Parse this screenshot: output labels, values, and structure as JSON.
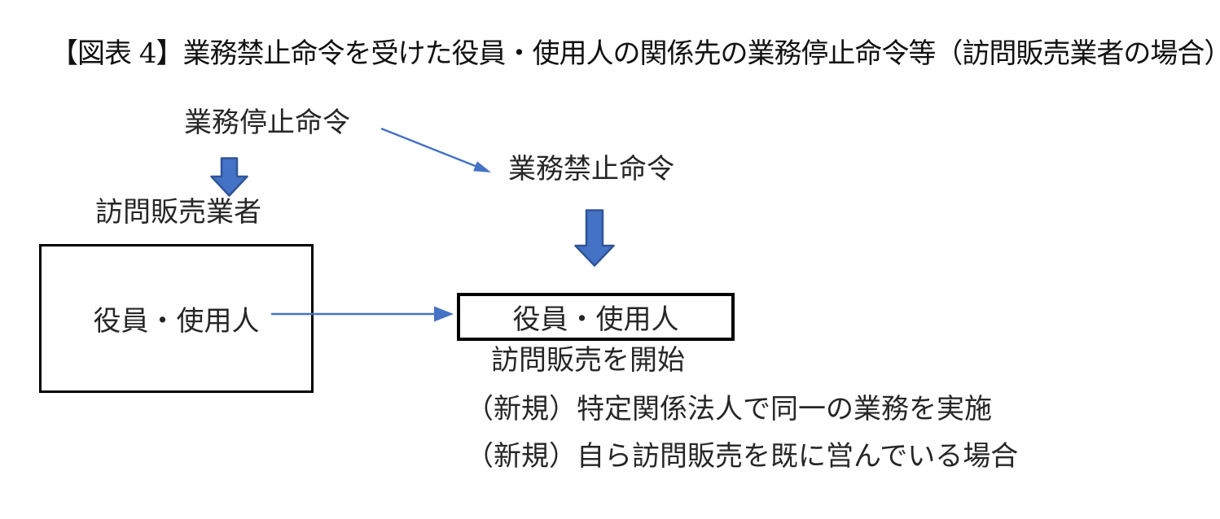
{
  "figure": {
    "title": "【図表 4】業務禁止命令を受けた役員・使用人の関係先の業務停止命令等（訪問販売業者の場合）"
  },
  "left_flow": {
    "order_label": "業務停止命令",
    "entity_label": "訪問販売業者",
    "box_label": "役員・使用人"
  },
  "right_flow": {
    "order_label": "業務禁止命令",
    "box_label": "役員・使用人",
    "caption": "訪問販売を開始",
    "notes": [
      "（新規）特定関係法人で同一の業務を実施",
      "（新規）自ら訪問販売を既に営んでいる場合"
    ]
  },
  "icons": {
    "block_down_arrow": "thick blue downward block arrow",
    "right_arrow": "thin blue right arrow connector",
    "down_right_arrow": "thin blue diagonal arrow"
  },
  "colors": {
    "arrow_fill": "#4472C4",
    "arrow_stroke": "#2F5597",
    "connector_stroke": "#4472C4",
    "box_border": "#000000",
    "text": "#262626",
    "background": "#FFFFFF"
  }
}
